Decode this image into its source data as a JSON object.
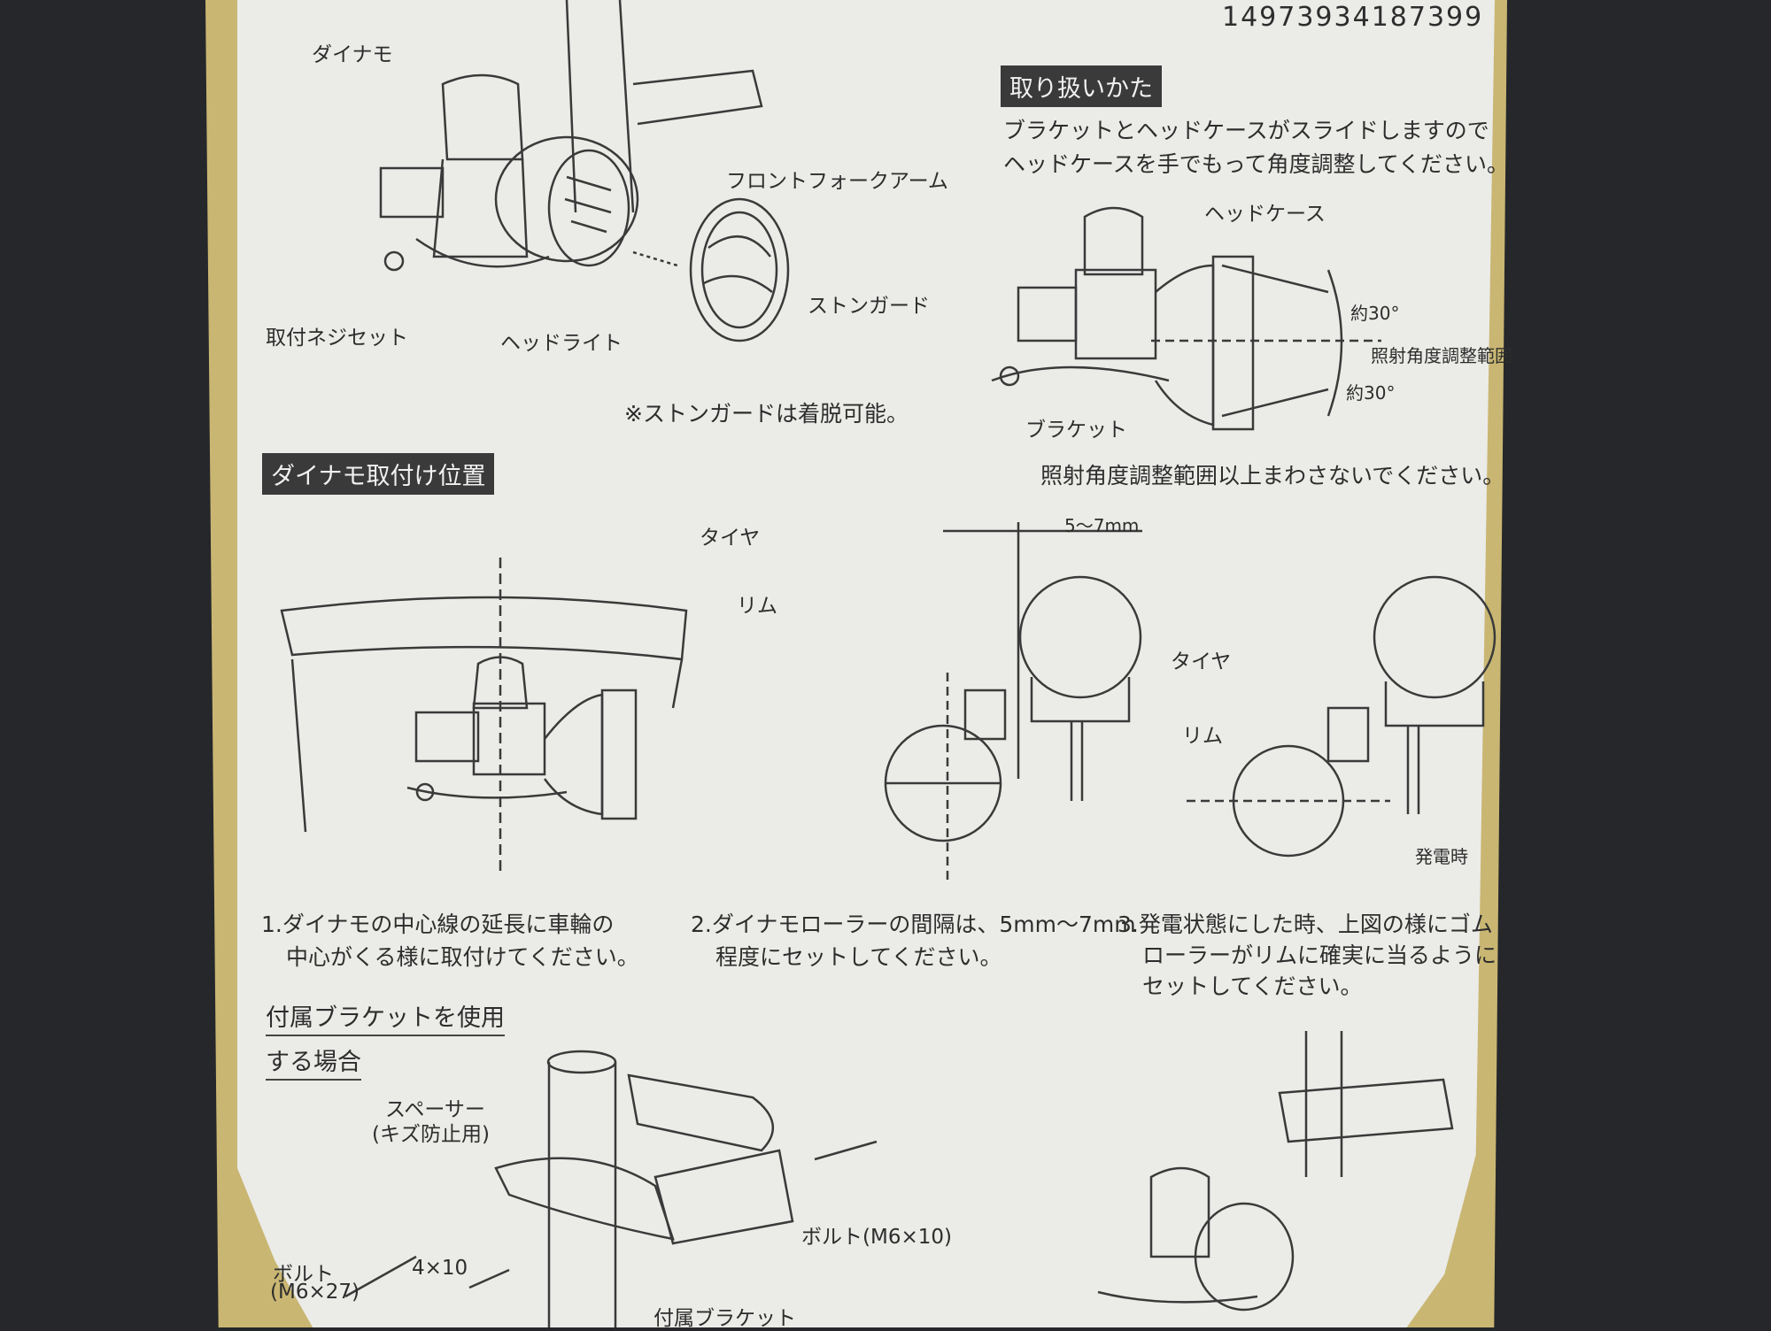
{
  "barcode": "14973934187399",
  "sections": {
    "handling": {
      "heading": "取り扱いかた",
      "line1": "ブラケットとヘッドケースがスライドしますので",
      "line2": "ヘッドケースを手でもって角度調整してください。",
      "label_headcase": "ヘッドケース",
      "label_angle_top": "約30°",
      "label_angle_mid": "照射角度調整範囲",
      "label_angle_bottom": "約30°",
      "label_bracket": "ブラケット",
      "warning": "照射角度調整範囲以上まわさないでください。"
    },
    "parts": {
      "label_dynamo": "ダイナモ",
      "label_fork_arm": "フロントフォークアーム",
      "label_stone_guard": "ストンガード",
      "label_screw_set": "取付ネジセット",
      "label_headlight": "ヘッドライト",
      "note": "※ストンガードは着脱可能。"
    },
    "position": {
      "heading": "ダイナモ取付け位置",
      "label_tire": "タイヤ",
      "label_rim": "リム",
      "label_gap": "5〜7mm",
      "label_tire2": "タイヤ",
      "label_rim2": "リム",
      "label_generating": "発電時",
      "step1_a": "1.ダイナモの中心線の延長に車輪の",
      "step1_b": "中心がくる様に取付けてください。",
      "step2_a": "2.ダイナモローラーの間隔は、5mm〜7mm",
      "step2_b": "程度にセットしてください。",
      "step3_a": "3.発電状態にした時、上図の様にゴム",
      "step3_b": "ローラーがリムに確実に当るように",
      "step3_c": "セットしてください。"
    },
    "bracket": {
      "heading_a": "付属ブラケットを使用",
      "heading_b": "する場合",
      "label_spacer_a": "スペーサー",
      "label_spacer_b": "(キズ防止用)",
      "label_bolt_a": "ボルト(M6×10)",
      "label_bolt_b": "ボルト",
      "label_bolt_b_size": "(M6×27)",
      "label_size": "4×10",
      "label_included": "付属ブラケット"
    }
  }
}
